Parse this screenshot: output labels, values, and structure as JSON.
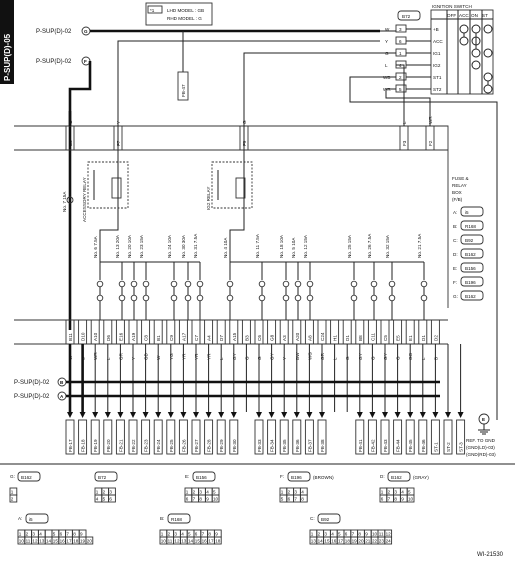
{
  "sheet": {
    "side_label": "P-SUP(D)-05",
    "figure_id": "WI-21530",
    "ref_ground": [
      "REF. TO GND",
      "(GND(LD)-03)",
      "(GND(RD)-03)"
    ]
  },
  "model_note": {
    "ref": "*1",
    "lines": [
      "LHD MODEL : GB",
      "RHD MODEL : G"
    ]
  },
  "refs": {
    "g_in": "P-SUP(D)-02",
    "g_mark": "G",
    "f_in": "P-SUP(D)-02",
    "f_mark": "F",
    "b_in": "P-SUP(D)-02",
    "b_mark": "B",
    "a_in": "P-SUP(D)-02",
    "a_mark": "A",
    "fb47": "FB-47",
    "gnd_mark": "E"
  },
  "ignition_switch": {
    "title": "IGNITION SWITCH",
    "connector": "B72",
    "positions": [
      "OFF",
      "ACC",
      "ON",
      "ST"
    ],
    "terminals": [
      {
        "name": "+B",
        "pin": "3",
        "wire": "W"
      },
      {
        "name": "ACC",
        "pin": "6",
        "wire": "Y"
      },
      {
        "name": "IG1",
        "pin": "1",
        "wire": "G"
      },
      {
        "name": "IG2",
        "pin": "4",
        "wire": "L"
      },
      {
        "name": "ST1",
        "pin": "2",
        "wire": "WB"
      },
      {
        "name": "ST2",
        "pin": "5",
        "wire": "WR"
      }
    ]
  },
  "top_wires": [
    {
      "pin": "E5",
      "wire": "G"
    },
    {
      "pin": "F7",
      "wire": "Y"
    },
    {
      "pin": "F9",
      "wire": "G"
    },
    {
      "pin": "F3",
      "wire": "L"
    },
    {
      "pin": "F2",
      "wire": "WR"
    }
  ],
  "relays": {
    "accessory": "ACCESSORY RELAY",
    "ig2": "IG2 RELAY"
  },
  "main_fuse": "No. 7 15A",
  "fuses": [
    "No. 6 7.5A",
    "No. 13 20A",
    "No. 20 10A",
    "No. 23 15A",
    "No. 24 10A",
    "No. 30 30A",
    "No. 31 7.5A",
    "No. 4 10A",
    "No. 11 7.5A",
    "No. 18 10A",
    "No. 5 10A",
    "No. 12 15A",
    "No. 25 15A",
    "No. 26 7.5A",
    "No. 32 15A",
    "No. 21 7.5A"
  ],
  "fuse_box": {
    "title": [
      "FUSE &",
      "RELAY",
      "BOX",
      "(F/B)"
    ],
    "connectors": [
      {
        "key": "A:",
        "name": "i5"
      },
      {
        "key": "B:",
        "name": "R168"
      },
      {
        "key": "C:",
        "name": "B92"
      },
      {
        "key": "D:",
        "name": "B162"
      },
      {
        "key": "E:",
        "name": "B156"
      },
      {
        "key": "F:",
        "name": "B196"
      },
      {
        "key": "G:",
        "name": "B162"
      }
    ]
  },
  "bottom_pins": [
    {
      "pin": "B11",
      "wire": "W",
      "dest": "FB-17"
    },
    {
      "pin": "D10",
      "wire": "B",
      "dest": "FB-18"
    },
    {
      "pin": "A10",
      "wire": "WR",
      "dest": "FB-19"
    },
    {
      "pin": "D6",
      "wire": "L",
      "dest": "FB-20"
    },
    {
      "pin": "E16",
      "wire": "GR",
      "dest": "FB-21"
    },
    {
      "pin": "A19",
      "wire": "Y",
      "dest": "FB-22"
    },
    {
      "pin": "C8",
      "wire": "GB",
      "dest": "FB-23"
    },
    {
      "pin": "B1",
      "wire": "W",
      "dest": "FB-24"
    },
    {
      "pin": "C9",
      "wire": "YG",
      "dest": "FB-25"
    },
    {
      "pin": "A17",
      "wire": "YR",
      "dest": "FB-26"
    },
    {
      "pin": "C7",
      "wire": "YR",
      "dest": "FB-27"
    },
    {
      "pin": "A4",
      "wire": "YR",
      "dest": "FB-28"
    },
    {
      "pin": "D7",
      "wire": "L",
      "dest": "FB-29"
    },
    {
      "pin": "A15",
      "wire": "GY",
      "dest": "FB-30"
    },
    {
      "pin": "B3",
      "wire": "G",
      "dest": ""
    },
    {
      "pin": "C6",
      "wire": "G",
      "dest": "FB-33"
    },
    {
      "pin": "G8",
      "wire": "GY",
      "dest": "FB-34"
    },
    {
      "pin": "A3",
      "wire": "Y",
      "dest": "FB-35"
    },
    {
      "pin": "A20",
      "wire": "BW",
      "dest": "FB-36"
    },
    {
      "pin": "A8",
      "wire": "WG",
      "dest": "FB-37"
    },
    {
      "pin": "C24",
      "wire": "GR",
      "dest": "FB-38"
    },
    {
      "pin": "H1",
      "wire": "L",
      "dest": ""
    },
    {
      "pin": "D1",
      "wire": "G",
      "dest": ""
    },
    {
      "pin": "B8",
      "wire": "GY",
      "dest": "FB-41"
    },
    {
      "pin": "C11",
      "wire": "G",
      "dest": "FB-42"
    },
    {
      "pin": "C5",
      "wire": "GY",
      "dest": "FB-43"
    },
    {
      "pin": "E5",
      "wire": "G",
      "dest": "FB-44"
    },
    {
      "pin": "E1",
      "wire": "GO",
      "dest": "FB-45"
    },
    {
      "pin": "D1",
      "wire": "L",
      "dest": "FB-46"
    },
    {
      "pin": "D2",
      "wire": "B",
      "dest": "ST-1"
    },
    {
      "pin": "",
      "wire": "",
      "dest": "ST-2"
    },
    {
      "pin": "",
      "wire": "",
      "dest": "ST-3"
    }
  ],
  "connectors": [
    {
      "title": "G:",
      "name": "B162",
      "rows": [
        [
          "1"
        ],
        [
          "2"
        ]
      ]
    },
    {
      "title": "",
      "name": "B72",
      "rows": [
        [
          "1",
          "2",
          "3"
        ],
        [
          "4",
          "5",
          "6"
        ]
      ]
    },
    {
      "title": "E:",
      "name": "B156",
      "rows": [
        [
          "1",
          "2",
          "3",
          "4",
          "5"
        ],
        [
          "6",
          "7",
          "8",
          "9",
          "10"
        ]
      ]
    },
    {
      "title": "F:",
      "name": "B196",
      "suffix": "(BROWN)",
      "rows": [
        [
          "1",
          "2",
          "3",
          "4"
        ],
        [
          "5",
          "6",
          "7",
          "8"
        ]
      ]
    },
    {
      "title": "D:",
      "name": "B162",
      "suffix": "(GRAY)",
      "rows": [
        [
          "1",
          "2",
          "3",
          "4",
          "5"
        ],
        [
          "6",
          "7",
          "8",
          "9",
          "10"
        ]
      ]
    },
    {
      "title": "A:",
      "name": "i5",
      "rows": [
        [
          "1",
          "2",
          "3",
          "4",
          "",
          "5",
          "6",
          "7",
          "8",
          "9"
        ],
        [
          "10",
          "11",
          "12",
          "13",
          "14",
          "15",
          "16",
          "17",
          "18",
          "19",
          "20"
        ]
      ]
    },
    {
      "title": "B:",
      "name": "R168",
      "rows": [
        [
          "1",
          "2",
          "3",
          "4",
          "5",
          "6",
          "7",
          "8",
          "9"
        ],
        [
          "10",
          "11",
          "12",
          "13",
          "14",
          "15",
          "16",
          "17",
          "18"
        ]
      ]
    },
    {
      "title": "C:",
      "name": "B92",
      "rows": [
        [
          "1",
          "2",
          "3",
          "4",
          "5",
          "6",
          "7",
          "8",
          "9",
          "10",
          "11",
          "12"
        ],
        [
          "13",
          "14",
          "15",
          "16",
          "17",
          "18",
          "19",
          "20",
          "21",
          "22",
          "23",
          "24"
        ]
      ]
    }
  ]
}
